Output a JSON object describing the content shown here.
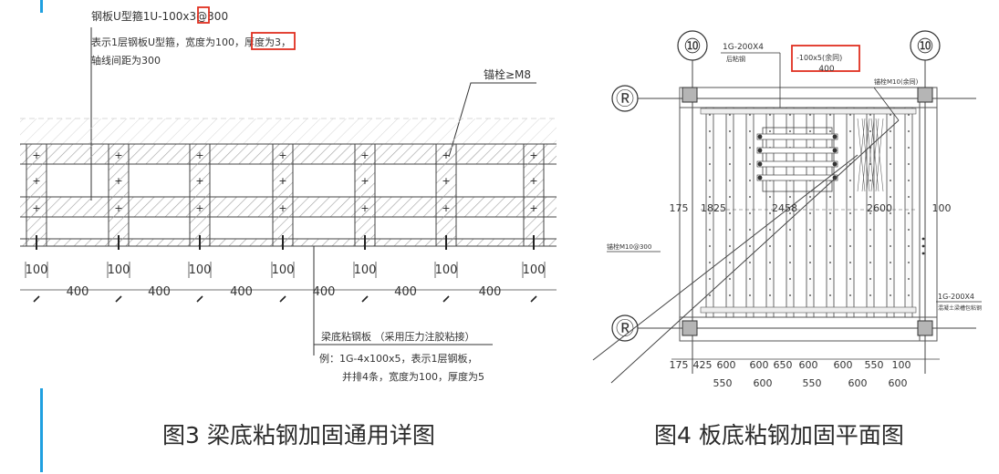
{
  "figure3": {
    "note_title": "钢板U型箍1U-100x3@300",
    "note_line1": "表示1层钢板U型箍，宽度为100，厚度为3，",
    "note_line2": "轴线间距为300",
    "anchor_label": "锚栓≥M8",
    "width_label": "100",
    "spacing_label": "400",
    "bottom_note_title": "梁底粘钢板  （采用压力注胶粘接）",
    "bottom_note_line1": "例：1G-4x100x5，表示1层钢板，",
    "bottom_note_line2": "并排4条，宽度为100，厚度为5",
    "caption": "图3 梁底粘钢加固通用详图"
  },
  "figure4": {
    "axis_10": "⑩",
    "axis_r": "Ⓡ",
    "top_plate_label": "1G-200X4",
    "top_plate_sub": "后粘钢",
    "highlight_label": "-100x5(余同)",
    "dim_400": "400",
    "right_anchor_label": "锚栓M10(余同)",
    "left_anchor_label": "锚栓M10@300",
    "right_plate_label": "1G-200X4",
    "right_plate_sub": "混凝土梁槽包粘钢",
    "dim_row1": [
      "175",
      "1825",
      "2458",
      "2600",
      "100"
    ],
    "dim_row2": [
      "175",
      "425",
      "600",
      "600",
      "650",
      "600",
      "600",
      "550",
      "100"
    ],
    "dim_row3": [
      "550",
      "600",
      "550",
      "600",
      "600"
    ],
    "caption": "图4 板底粘钢加固平面图"
  },
  "colors": {
    "accent": "#1fa0e0",
    "highlight": "#e03020",
    "hatch": "#b9b9b9"
  }
}
